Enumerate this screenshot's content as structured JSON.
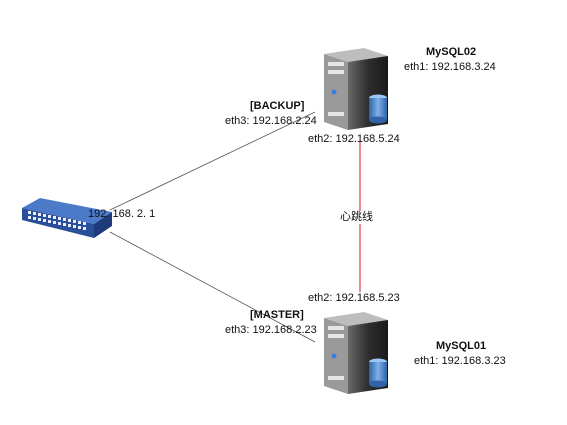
{
  "switch": {
    "icon": "network-switch-icon",
    "ip_label": "192. 168. 2. 1"
  },
  "backup": {
    "role": "[BACKUP]",
    "eth3": "eth3: 192.168.2.24",
    "eth2": "eth2: 192.168.5.24",
    "server_name": "MySQL02",
    "eth1": "eth1: 192.168.3.24",
    "icon": "database-server-icon"
  },
  "master": {
    "role": "[MASTER]",
    "eth3": "eth3: 192.168.2.23",
    "eth2": "eth2: 192.168.5.23",
    "server_name": "MySQL01",
    "eth1": "eth1: 192.168.3.23",
    "icon": "database-server-icon"
  },
  "heartbeat": {
    "label": "心跳线",
    "color": "#cc2222"
  },
  "colors": {
    "link": "#555555",
    "server_body": "#3a3a3a",
    "database": "#4a7fc0",
    "switch": "#2a4f9a"
  }
}
